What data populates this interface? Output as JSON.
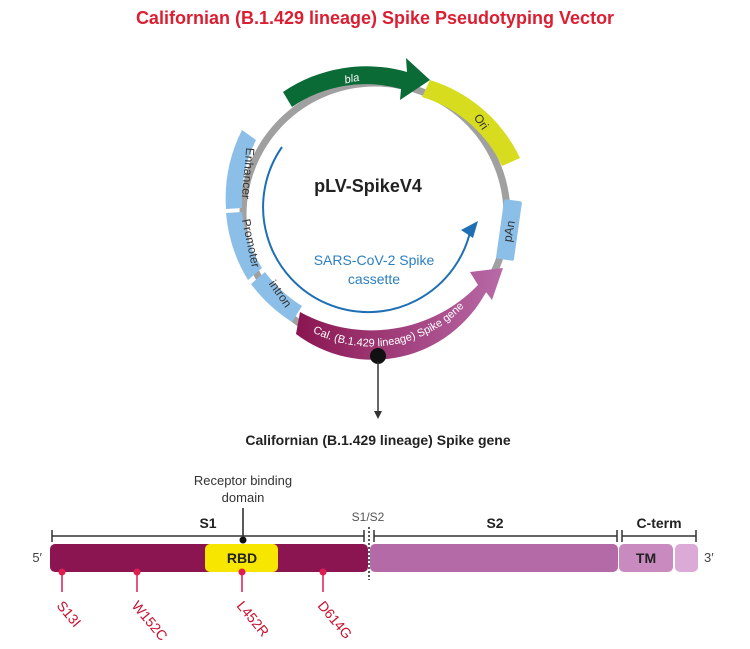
{
  "title": "Californian (B.1.429 lineage) Spike Pseudotyping Vector",
  "plasmid": {
    "name": "pLV-SpikeV4",
    "cassette_label_line1": "SARS-CoV-2 Spike",
    "cassette_label_line2": "cassette",
    "features": [
      {
        "id": "bla",
        "label": "bla",
        "color": "#0b6b36",
        "type": "arrow"
      },
      {
        "id": "ori",
        "label": "Ori",
        "color": "#d8dc1e",
        "type": "box"
      },
      {
        "id": "pan",
        "label": "pAn",
        "color": "#8bbfe8",
        "type": "box"
      },
      {
        "id": "spike",
        "label": "Cal. (B.1.429 lineage) Spike gene",
        "color": "#8a1550",
        "color_end": "#b86aa8",
        "type": "arrow"
      },
      {
        "id": "intron",
        "label": "intron",
        "color": "#8bbfe8",
        "type": "box"
      },
      {
        "id": "promoter",
        "label": "Promoter",
        "color": "#8bbfe8",
        "type": "box"
      },
      {
        "id": "enhancer",
        "label": "Enhancer",
        "color": "#8bbfe8",
        "type": "box"
      }
    ],
    "backbone_color": "#a0a0a0",
    "cassette_color": "#1f6fb4"
  },
  "gene_title": "Californian (B.1.429 lineage) Spike gene",
  "gene_map": {
    "five_prime": "5′",
    "three_prime": "3′",
    "rbd_annotation_line1": "Receptor binding",
    "rbd_annotation_line2": "domain",
    "regions": {
      "s1": "S1",
      "s2": "S2",
      "cleavage": "S1/S2",
      "cterm": "C-term",
      "rbd": "RBD",
      "tm": "TM"
    },
    "colors": {
      "s1": "#8a1550",
      "s2": "#b36aa6",
      "rbd": "#f7e600",
      "tm": "#c98ac0",
      "tail": "#dcaad6",
      "mutation": "#dc1e50"
    },
    "mutations": [
      "S13I",
      "W152C",
      "L452R",
      "D614G"
    ]
  }
}
